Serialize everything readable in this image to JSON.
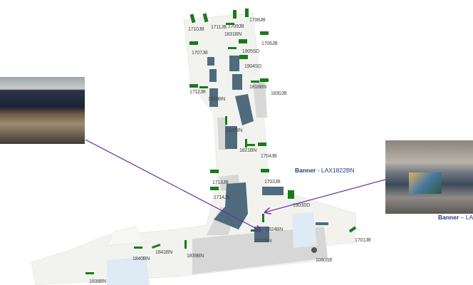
{
  "map": {
    "locations": [
      {
        "id": "1710JB",
        "label": "1710JB"
      },
      {
        "id": "1711JB",
        "label": "1711JB"
      },
      {
        "id": "1709JB",
        "label": "1709JB"
      },
      {
        "id": "1708JB",
        "label": "1708JB"
      },
      {
        "id": "1831BN",
        "label": "1831BN"
      },
      {
        "id": "1706JB",
        "label": "1706JB"
      },
      {
        "id": "1707JB",
        "label": "1707JB"
      },
      {
        "id": "1905SD",
        "label": "1905SD"
      },
      {
        "id": "1904SD",
        "label": "1904SD"
      },
      {
        "id": "1818BN",
        "label": "1818BN"
      },
      {
        "id": "1830JB",
        "label": "1830JB"
      },
      {
        "id": "1712JB",
        "label": "1712JB"
      },
      {
        "id": "1829BN",
        "label": "1829BN"
      },
      {
        "id": "1820BN",
        "label": "1820BN"
      },
      {
        "id": "1821BN",
        "label": "1821BN"
      },
      {
        "id": "1704JB",
        "label": "1704JB"
      },
      {
        "id": "1713JB",
        "label": "1713JB"
      },
      {
        "id": "1703JB",
        "label": "1703JB"
      },
      {
        "id": "1714JB",
        "label": "1714JB"
      },
      {
        "id": "1903SD",
        "label": "1903SD"
      },
      {
        "id": "1824BN",
        "label": "1824BN"
      },
      {
        "id": "1822BN",
        "label": "1822BN"
      },
      {
        "id": "1701JB",
        "label": "1701JB"
      },
      {
        "id": "1840BN",
        "label": "1840BN"
      },
      {
        "id": "1841BN",
        "label": "1841BN"
      },
      {
        "id": "1839BN",
        "label": "1839BN"
      },
      {
        "id": "1080SE",
        "label": "1080SE"
      },
      {
        "id": "1838BN",
        "label": "1838BN"
      }
    ]
  },
  "callout": {
    "title": "Banner",
    "separator": " - ",
    "code": "LAX1822BN",
    "caption_title": "Banner",
    "caption_separator": " – ",
    "caption_code": "LA"
  },
  "colors": {
    "arrow": "#6a2fa0",
    "banner_text": "#1f3a8a",
    "ad_marker": "#1a7a1a",
    "store": "#4f6b7d",
    "floor": "#f2f3ef",
    "gate": "#d6d7d6"
  }
}
